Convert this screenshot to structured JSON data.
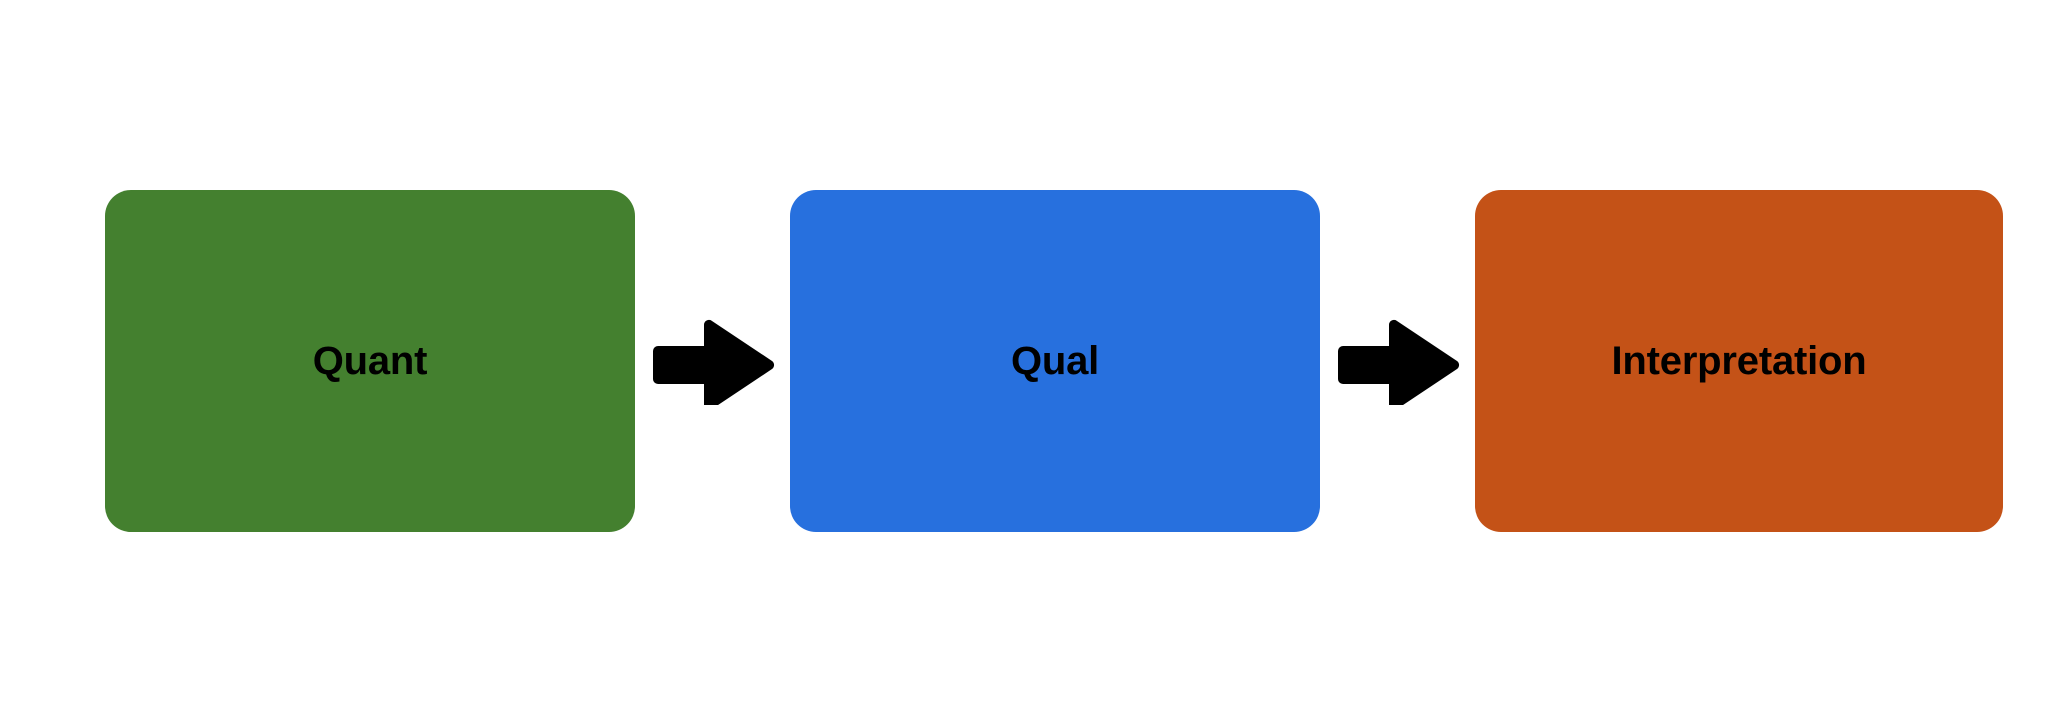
{
  "diagram": {
    "type": "linear-process-flow",
    "background_color": "#ffffff",
    "direction": "left-to-right",
    "stages": [
      {
        "id": "quant",
        "label": "Quant",
        "color": "#44802F",
        "color_name": "green",
        "order": 1
      },
      {
        "id": "qual",
        "label": "Qual",
        "color": "#2770DE",
        "color_name": "blue",
        "order": 2
      },
      {
        "id": "interpretation",
        "label": "Interpretation",
        "color": "#C45217",
        "color_name": "orange",
        "order": 3
      }
    ],
    "connectors": [
      {
        "id": "quant-to-qual",
        "from": "quant",
        "to": "qual",
        "shape": "block-arrow-right",
        "color": "#000000"
      },
      {
        "id": "qual-to-interpretation",
        "from": "qual",
        "to": "interpretation",
        "shape": "block-arrow-right",
        "color": "#000000"
      }
    ],
    "label_text_color": "#000000"
  }
}
